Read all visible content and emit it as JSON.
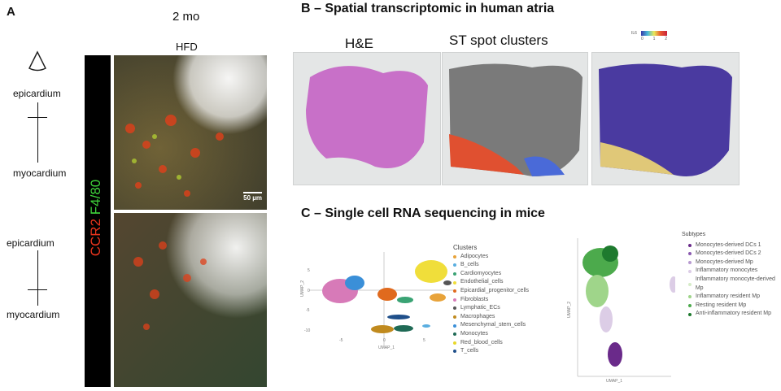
{
  "panel_a": {
    "letter": "A",
    "age": "2 mo",
    "condition": "HFD",
    "stain_red": "CCR2",
    "stain_green": "F4/80",
    "scale_bar": "50 µm",
    "labels": [
      "epicardium",
      "myocardium",
      "epicardium",
      "myocardium"
    ],
    "eye_icon": "eye-icon"
  },
  "panel_b": {
    "title": "B – Spatial transcriptomic in human atria",
    "tiles": [
      "H&E",
      "ST spot clusters",
      ""
    ],
    "colorbar": {
      "label": "IL6",
      "ticks": [
        "0",
        "1",
        "2"
      ]
    }
  },
  "panel_c": {
    "title": "C – Single cell RNA sequencing in mice",
    "umap1": {
      "xlabel": "UMAP_1",
      "ylabel": "UMAP_2",
      "xticks": [
        "-5",
        "0",
        "5"
      ],
      "yticks": [
        "5",
        "0",
        "-5",
        "-10"
      ],
      "legend_title": "Clusters",
      "clusters": [
        {
          "name": "Adipocytes",
          "color": "#e8a33a"
        },
        {
          "name": "B_cells",
          "color": "#5aaee0"
        },
        {
          "name": "Cardiomyocytes",
          "color": "#3aa374"
        },
        {
          "name": "Endothelial_cells",
          "color": "#f0de3a"
        },
        {
          "name": "Epicardial_progenitor_cells",
          "color": "#e06a1e"
        },
        {
          "name": "Fibroblasts",
          "color": "#d77ab8"
        },
        {
          "name": "Lymphatic_ECs",
          "color": "#555555"
        },
        {
          "name": "Macrophages",
          "color": "#c08a1e"
        },
        {
          "name": "Mesenchymal_stem_cells",
          "color": "#3a8fd8"
        },
        {
          "name": "Monocytes",
          "color": "#1f6a55"
        },
        {
          "name": "Red_blood_cells",
          "color": "#e8d82a"
        },
        {
          "name": "T_cells",
          "color": "#1f4f8a"
        }
      ]
    },
    "umap2": {
      "xlabel": "UMAP_1",
      "ylabel": "UMAP_2",
      "legend_title": "Subtypes",
      "subtypes": [
        {
          "name": "Monocytes-derived DCs 1",
          "color": "#6a2a8a"
        },
        {
          "name": "Monocytes-derived DCs 2",
          "color": "#8a5ab0"
        },
        {
          "name": "Monocytes-derived Mp",
          "color": "#b89ad0"
        },
        {
          "name": "Inflammatory monocytes",
          "color": "#dccde6"
        },
        {
          "name": "Inflammatory monocyte-derived Mp",
          "color": "#d6ecc8"
        },
        {
          "name": "Inflammatory resident Mp",
          "color": "#9fd58a"
        },
        {
          "name": "Resting resident Mp",
          "color": "#4caa4c"
        },
        {
          "name": "Anti-inflammatory resident Mp",
          "color": "#1e7a2e"
        }
      ]
    }
  }
}
